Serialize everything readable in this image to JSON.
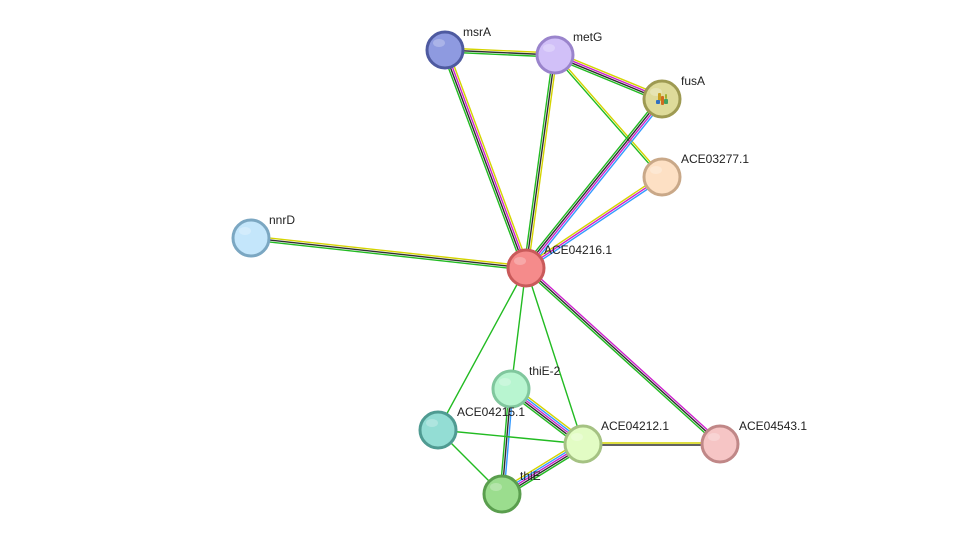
{
  "network": {
    "nodes": [
      {
        "id": "ACE04216.1",
        "label": "ACE04216.1",
        "fill": "#f58b8b",
        "stroke": "#c95a5a"
      },
      {
        "id": "msrA",
        "label": "msrA",
        "fill": "#8e9ae0",
        "stroke": "#4e5aa0"
      },
      {
        "id": "metG",
        "label": "metG",
        "fill": "#d1c0f8",
        "stroke": "#9a84cc"
      },
      {
        "id": "fusA",
        "label": "fusA",
        "fill": "#dedb9a",
        "stroke": "#9e9a52"
      },
      {
        "id": "ACE03277.1",
        "label": "ACE03277.1",
        "fill": "#fde0c4",
        "stroke": "#c9a888"
      },
      {
        "id": "nnrD",
        "label": "nnrD",
        "fill": "#c4e6fb",
        "stroke": "#7ba7c2"
      },
      {
        "id": "thiE-2",
        "label": "thiE-2",
        "fill": "#b8f5d0",
        "stroke": "#80c79d"
      },
      {
        "id": "ACE04215.1",
        "label": "ACE04215.1",
        "fill": "#93ddd4",
        "stroke": "#4f9b92"
      },
      {
        "id": "ACE04212.1",
        "label": "ACE04212.1",
        "fill": "#e2fcc4",
        "stroke": "#a5c283"
      },
      {
        "id": "thiE",
        "label": "thiE",
        "fill": "#9bdd8e",
        "stroke": "#5a9e4e"
      },
      {
        "id": "ACE04543.1",
        "label": "ACE04543.1",
        "fill": "#f6c5c5",
        "stroke": "#c08787"
      }
    ],
    "edges": [
      {
        "source": "msrA",
        "target": "metG",
        "colors": [
          "#d4d400",
          "#2e2e2e",
          "#22bb22"
        ]
      },
      {
        "source": "msrA",
        "target": "ACE04216.1",
        "colors": [
          "#d4d400",
          "#cc22cc",
          "#2e2e2e",
          "#22bb22"
        ]
      },
      {
        "source": "metG",
        "target": "fusA",
        "colors": [
          "#d4d400",
          "#cc22cc",
          "#2e2e2e",
          "#22bb22"
        ]
      },
      {
        "source": "metG",
        "target": "ACE03277.1",
        "colors": [
          "#d4d400",
          "#22bb22"
        ]
      },
      {
        "source": "metG",
        "target": "ACE04216.1",
        "colors": [
          "#d4d400",
          "#2e2e2e",
          "#22bb22"
        ]
      },
      {
        "source": "fusA",
        "target": "ACE04216.1",
        "colors": [
          "#3399ff",
          "#cc22cc",
          "#2e2e2e",
          "#22bb22"
        ]
      },
      {
        "source": "ACE03277.1",
        "target": "ACE04216.1",
        "colors": [
          "#3399ff",
          "#cc22cc",
          "#d4d400"
        ]
      },
      {
        "source": "nnrD",
        "target": "ACE04216.1",
        "colors": [
          "#d4d400",
          "#2e2e2e",
          "#22bb22"
        ]
      },
      {
        "source": "ACE04216.1",
        "target": "thiE-2",
        "colors": [
          "#22bb22"
        ]
      },
      {
        "source": "ACE04216.1",
        "target": "ACE04215.1",
        "colors": [
          "#22bb22"
        ]
      },
      {
        "source": "ACE04216.1",
        "target": "ACE04212.1",
        "colors": [
          "#22bb22"
        ]
      },
      {
        "source": "ACE04216.1",
        "target": "ACE04543.1",
        "colors": [
          "#cc22cc",
          "#2e2e2e",
          "#22bb22"
        ]
      },
      {
        "source": "thiE-2",
        "target": "ACE04212.1",
        "colors": [
          "#d4d400",
          "#3399ff",
          "#cc22cc",
          "#2e2e2e",
          "#22bb22"
        ]
      },
      {
        "source": "thiE-2",
        "target": "thiE",
        "colors": [
          "#3399ff",
          "#2e2e2e",
          "#22bb22"
        ]
      },
      {
        "source": "ACE04215.1",
        "target": "ACE04212.1",
        "colors": [
          "#22bb22"
        ]
      },
      {
        "source": "ACE04215.1",
        "target": "thiE",
        "colors": [
          "#22bb22"
        ]
      },
      {
        "source": "thiE",
        "target": "ACE04212.1",
        "colors": [
          "#d4d400",
          "#3399ff",
          "#cc22cc",
          "#2e2e2e",
          "#22bb22"
        ]
      },
      {
        "source": "ACE04212.1",
        "target": "ACE04543.1",
        "colors": [
          "#d4d400",
          "#2e2e2e"
        ]
      }
    ]
  }
}
